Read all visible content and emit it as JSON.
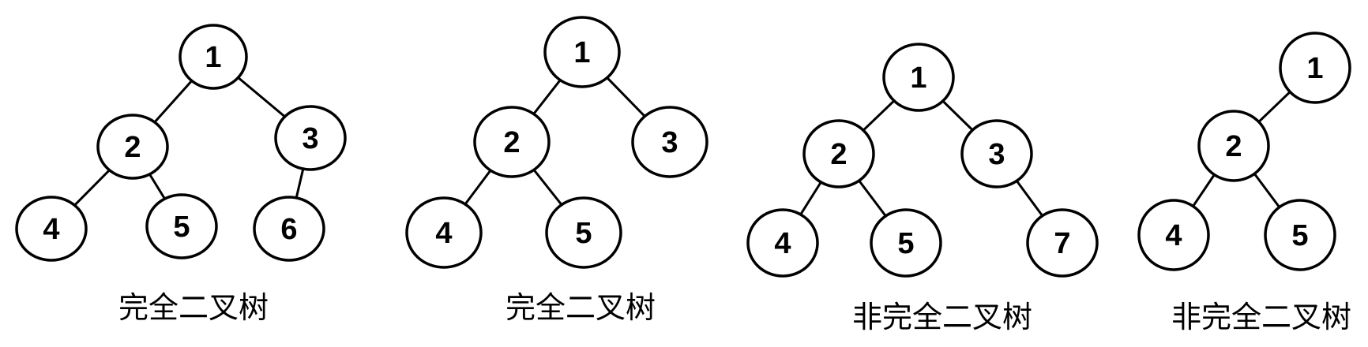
{
  "trees": [
    {
      "caption": "完全二叉树",
      "nodes": [
        {
          "id": "1",
          "label": "1"
        },
        {
          "id": "2",
          "label": "2"
        },
        {
          "id": "3",
          "label": "3"
        },
        {
          "id": "4",
          "label": "4"
        },
        {
          "id": "5",
          "label": "5"
        },
        {
          "id": "6",
          "label": "6"
        }
      ],
      "edges": [
        [
          "1",
          "2"
        ],
        [
          "1",
          "3"
        ],
        [
          "2",
          "4"
        ],
        [
          "2",
          "5"
        ],
        [
          "3",
          "6"
        ]
      ]
    },
    {
      "caption": "完全二叉树",
      "nodes": [
        {
          "id": "1",
          "label": "1"
        },
        {
          "id": "2",
          "label": "2"
        },
        {
          "id": "3",
          "label": "3"
        },
        {
          "id": "4",
          "label": "4"
        },
        {
          "id": "5",
          "label": "5"
        }
      ],
      "edges": [
        [
          "1",
          "2"
        ],
        [
          "1",
          "3"
        ],
        [
          "2",
          "4"
        ],
        [
          "2",
          "5"
        ]
      ]
    },
    {
      "caption": "非完全二叉树",
      "nodes": [
        {
          "id": "1",
          "label": "1"
        },
        {
          "id": "2",
          "label": "2"
        },
        {
          "id": "3",
          "label": "3"
        },
        {
          "id": "4",
          "label": "4"
        },
        {
          "id": "5",
          "label": "5"
        },
        {
          "id": "7",
          "label": "7"
        }
      ],
      "edges": [
        [
          "1",
          "2"
        ],
        [
          "1",
          "3"
        ],
        [
          "2",
          "4"
        ],
        [
          "2",
          "5"
        ],
        [
          "3",
          "7"
        ]
      ]
    },
    {
      "caption": "非完全二叉树",
      "nodes": [
        {
          "id": "1",
          "label": "1"
        },
        {
          "id": "2",
          "label": "2"
        },
        {
          "id": "4",
          "label": "4"
        },
        {
          "id": "5",
          "label": "5"
        }
      ],
      "edges": [
        [
          "1",
          "2"
        ],
        [
          "2",
          "4"
        ],
        [
          "2",
          "5"
        ]
      ]
    }
  ]
}
